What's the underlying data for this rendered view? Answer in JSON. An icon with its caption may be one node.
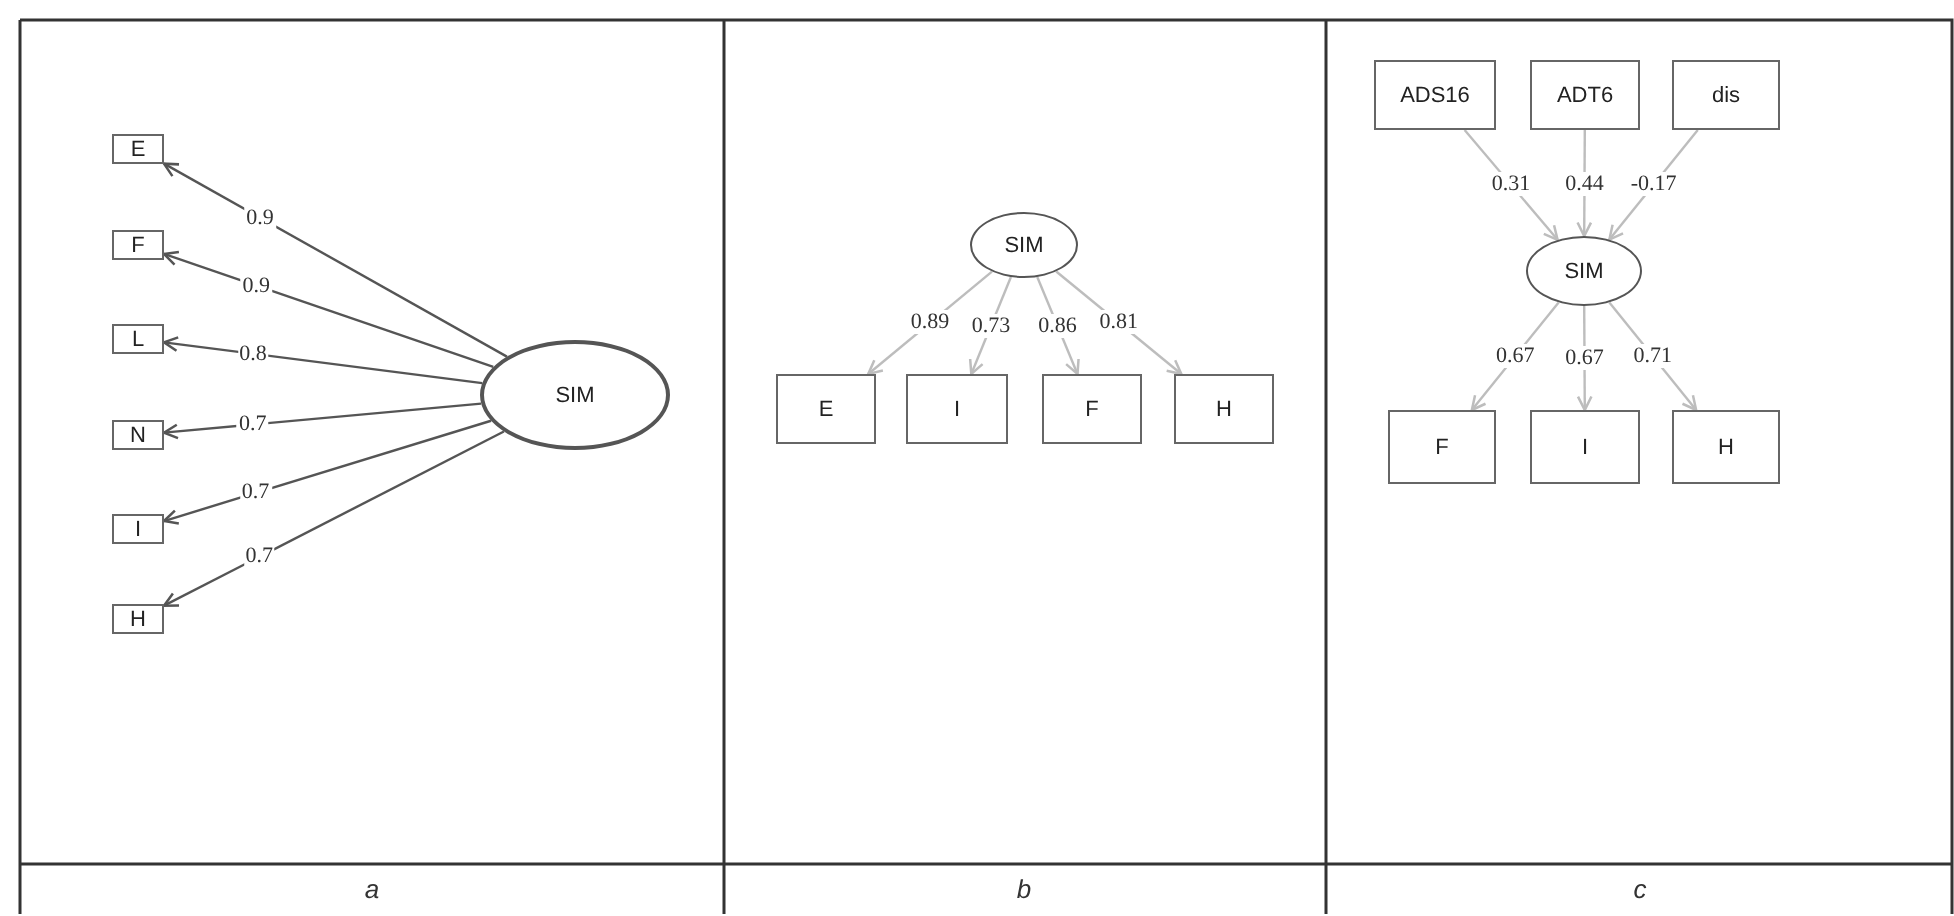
{
  "diagram": {
    "nodes": [
      {
        "text": [
          "SIM"
        ]
      },
      {
        "text": [
          "E"
        ]
      },
      {
        "text": [
          "F"
        ]
      },
      {
        "text": [
          "L"
        ]
      },
      {
        "text": [
          "N"
        ]
      },
      {
        "text": [
          "I"
        ]
      },
      {
        "text": [
          "H"
        ]
      },
      {
        "text": [
          "SIM"
        ]
      },
      {
        "text": [
          "E"
        ]
      },
      {
        "text": [
          "I"
        ]
      },
      {
        "text": [
          "F"
        ]
      },
      {
        "text": [
          "H"
        ]
      },
      {
        "text": [
          "ADS16"
        ]
      },
      {
        "text": [
          "ADT6"
        ]
      },
      {
        "text": [
          "dis"
        ]
      },
      {
        "text": [
          "SIM"
        ]
      },
      {
        "text": [
          "F"
        ]
      },
      {
        "text": [
          "I"
        ]
      },
      {
        "text": [
          "H"
        ]
      }
    ],
    "edges": [
      {
        "from": 0,
        "to": 1,
        "arrow": "to",
        "label": "0.9",
        "color": "#555555"
      },
      {
        "from": 0,
        "to": 2,
        "arrow": "to",
        "label": "0.9",
        "color": "#555555"
      },
      {
        "from": 0,
        "to": 3,
        "arrow": "to",
        "label": "0.8",
        "color": "#555555"
      },
      {
        "from": 0,
        "to": 4,
        "arrow": "to",
        "label": "0.7",
        "color": "#555555"
      },
      {
        "from": 0,
        "to": 5,
        "arrow": "to",
        "label": "0.7",
        "color": "#555555"
      },
      {
        "from": 0,
        "to": 6,
        "arrow": "to",
        "label": "0.7",
        "color": "#555555"
      },
      {
        "from": 7,
        "to": 8,
        "arrow": "to",
        "label": "0.89"
      },
      {
        "from": 7,
        "to": 9,
        "arrow": "to",
        "label": "0.73"
      },
      {
        "from": 7,
        "to": 10,
        "arrow": "to",
        "label": "0.86"
      },
      {
        "from": 7,
        "to": 11,
        "arrow": "to",
        "label": "0.81"
      },
      {
        "from": 12,
        "to": 15,
        "arrow": "to",
        "label": "0.31"
      },
      {
        "from": 13,
        "to": 15,
        "arrow": "to",
        "label": "0.44"
      },
      {
        "from": 14,
        "to": 15,
        "arrow": "to",
        "label": "-0.17"
      },
      {
        "from": 15,
        "to": 16,
        "arrow": "to",
        "label": "0.67"
      },
      {
        "from": 15,
        "to": 17,
        "arrow": "to",
        "label": "0.67"
      },
      {
        "from": 15,
        "to": 18,
        "arrow": "to",
        "label": "0.71"
      }
    ],
    "labels": [
      "a",
      "b",
      "c"
    ]
  }
}
